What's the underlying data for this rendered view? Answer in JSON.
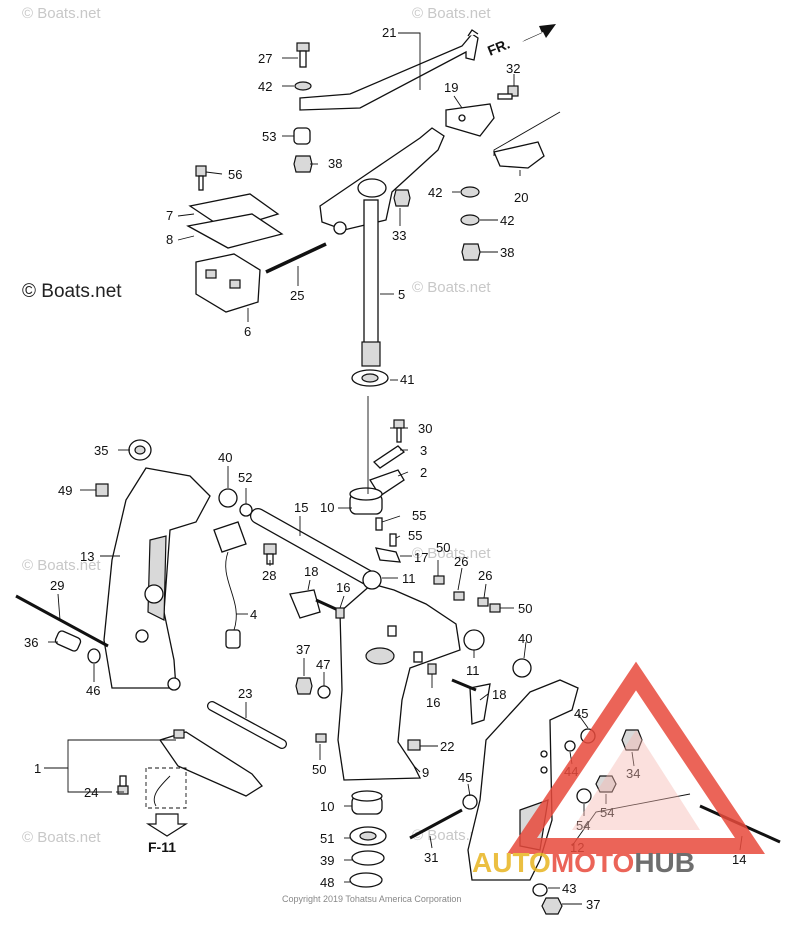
{
  "watermarks": {
    "copyright_main": "© Boats.net",
    "copyright_faint": "© Boats.net",
    "footer": "Copyright 2019 Tohatsu America Corporation"
  },
  "direction": {
    "label": "FR."
  },
  "reference": {
    "label": "F-11"
  },
  "logo": {
    "brand": "AUTOMOTOHUB",
    "part1": "AUTO",
    "part2": "MOTO",
    "part3": "HUB",
    "accent": "#e84a3c",
    "gold": "#e8b420"
  },
  "callouts": [
    "21",
    "27",
    "42",
    "32",
    "19",
    "53",
    "38",
    "56",
    "20",
    "42",
    "33",
    "7",
    "42",
    "8",
    "38",
    "25",
    "5",
    "6",
    "41",
    "30",
    "3",
    "35",
    "40",
    "2",
    "52",
    "49",
    "15",
    "10",
    "55",
    "13",
    "55",
    "50",
    "28",
    "17",
    "26",
    "29",
    "18",
    "16",
    "11",
    "26",
    "50",
    "4",
    "36",
    "40",
    "37",
    "47",
    "11",
    "46",
    "23",
    "18",
    "16",
    "45",
    "1",
    "22",
    "44",
    "34",
    "50",
    "9",
    "24",
    "45",
    "54",
    "54",
    "10",
    "F-11",
    "51",
    "31",
    "12",
    "14",
    "39",
    "48",
    "43",
    "37"
  ]
}
